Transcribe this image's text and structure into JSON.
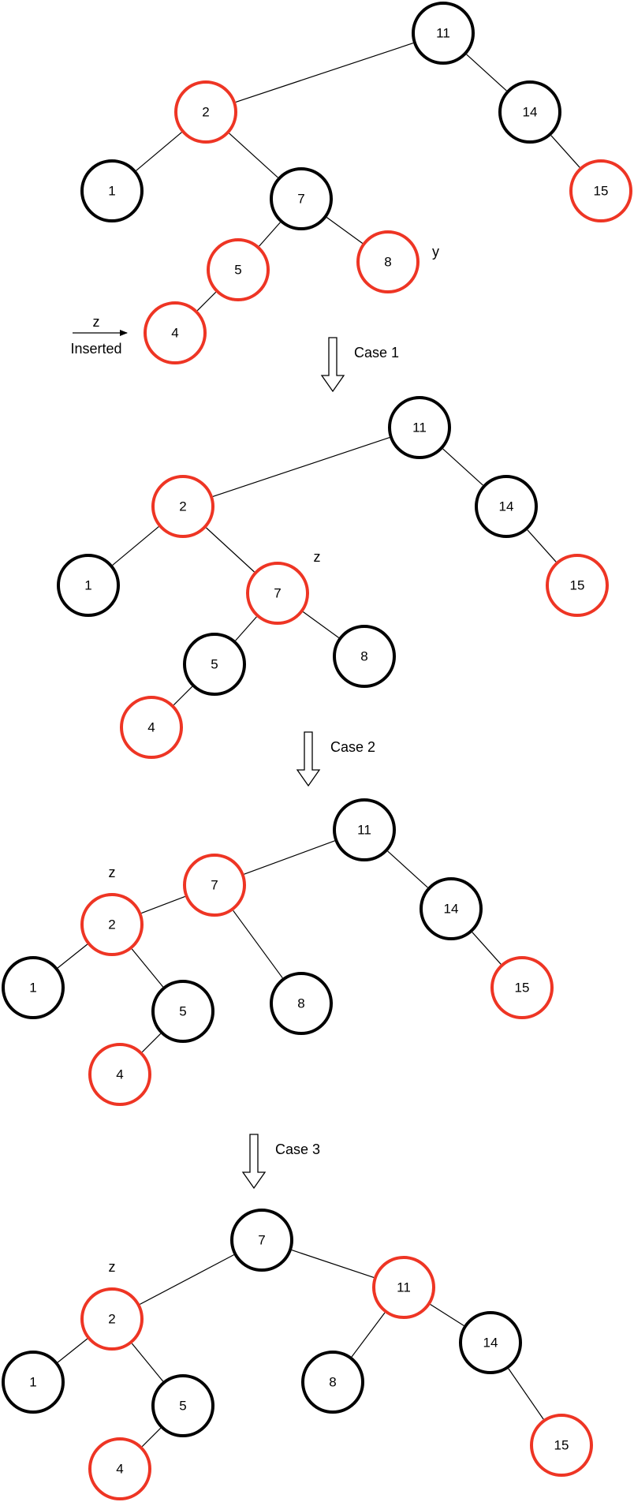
{
  "colors": {
    "red": "#ee3524",
    "black": "#000000"
  },
  "stages": [
    {
      "nodes": [
        {
          "id": "n11",
          "key": "11",
          "color": "black"
        },
        {
          "id": "n2",
          "key": "2",
          "color": "red"
        },
        {
          "id": "n14",
          "key": "14",
          "color": "black"
        },
        {
          "id": "n1",
          "key": "1",
          "color": "black"
        },
        {
          "id": "n7",
          "key": "7",
          "color": "black"
        },
        {
          "id": "n15",
          "key": "15",
          "color": "red"
        },
        {
          "id": "n5",
          "key": "5",
          "color": "red"
        },
        {
          "id": "n8",
          "key": "8",
          "color": "red"
        },
        {
          "id": "n4",
          "key": "4",
          "color": "red"
        }
      ],
      "edges": [
        [
          "n11",
          "n2"
        ],
        [
          "n11",
          "n14"
        ],
        [
          "n2",
          "n1"
        ],
        [
          "n2",
          "n7"
        ],
        [
          "n14",
          "n15"
        ],
        [
          "n7",
          "n5"
        ],
        [
          "n7",
          "n8"
        ],
        [
          "n5",
          "n4"
        ]
      ],
      "labels": {
        "y": "y",
        "z": "z",
        "inserted": "Inserted"
      }
    },
    {
      "nodes": [
        {
          "id": "n11",
          "key": "11",
          "color": "black"
        },
        {
          "id": "n2",
          "key": "2",
          "color": "red"
        },
        {
          "id": "n14",
          "key": "14",
          "color": "black"
        },
        {
          "id": "n1",
          "key": "1",
          "color": "black"
        },
        {
          "id": "n7",
          "key": "7",
          "color": "red"
        },
        {
          "id": "n15",
          "key": "15",
          "color": "red"
        },
        {
          "id": "n5",
          "key": "5",
          "color": "black"
        },
        {
          "id": "n8",
          "key": "8",
          "color": "black"
        },
        {
          "id": "n4",
          "key": "4",
          "color": "red"
        }
      ],
      "edges": [
        [
          "n11",
          "n2"
        ],
        [
          "n11",
          "n14"
        ],
        [
          "n2",
          "n1"
        ],
        [
          "n2",
          "n7"
        ],
        [
          "n14",
          "n15"
        ],
        [
          "n7",
          "n5"
        ],
        [
          "n7",
          "n8"
        ],
        [
          "n5",
          "n4"
        ]
      ],
      "labels": {
        "z": "z"
      }
    },
    {
      "nodes": [
        {
          "id": "n11",
          "key": "11",
          "color": "black"
        },
        {
          "id": "n7",
          "key": "7",
          "color": "red"
        },
        {
          "id": "n14",
          "key": "14",
          "color": "black"
        },
        {
          "id": "n2",
          "key": "2",
          "color": "red"
        },
        {
          "id": "n8",
          "key": "8",
          "color": "black"
        },
        {
          "id": "n15",
          "key": "15",
          "color": "red"
        },
        {
          "id": "n1",
          "key": "1",
          "color": "black"
        },
        {
          "id": "n5",
          "key": "5",
          "color": "black"
        },
        {
          "id": "n4",
          "key": "4",
          "color": "red"
        }
      ],
      "edges": [
        [
          "n11",
          "n7"
        ],
        [
          "n11",
          "n14"
        ],
        [
          "n7",
          "n2"
        ],
        [
          "n7",
          "n8"
        ],
        [
          "n14",
          "n15"
        ],
        [
          "n2",
          "n1"
        ],
        [
          "n2",
          "n5"
        ],
        [
          "n5",
          "n4"
        ]
      ],
      "labels": {
        "z": "z"
      }
    },
    {
      "nodes": [
        {
          "id": "n7",
          "key": "7",
          "color": "black"
        },
        {
          "id": "n2",
          "key": "2",
          "color": "red"
        },
        {
          "id": "n11",
          "key": "11",
          "color": "red"
        },
        {
          "id": "n1",
          "key": "1",
          "color": "black"
        },
        {
          "id": "n5",
          "key": "5",
          "color": "black"
        },
        {
          "id": "n8",
          "key": "8",
          "color": "black"
        },
        {
          "id": "n14",
          "key": "14",
          "color": "black"
        },
        {
          "id": "n4",
          "key": "4",
          "color": "red"
        },
        {
          "id": "n15",
          "key": "15",
          "color": "red"
        }
      ],
      "edges": [
        [
          "n7",
          "n2"
        ],
        [
          "n7",
          "n11"
        ],
        [
          "n2",
          "n1"
        ],
        [
          "n2",
          "n5"
        ],
        [
          "n11",
          "n8"
        ],
        [
          "n11",
          "n14"
        ],
        [
          "n5",
          "n4"
        ],
        [
          "n14",
          "n15"
        ]
      ],
      "labels": {
        "z": "z"
      }
    }
  ],
  "transitions": [
    {
      "label": "Case 1"
    },
    {
      "label": "Case 2"
    },
    {
      "label": "Case 3"
    }
  ]
}
